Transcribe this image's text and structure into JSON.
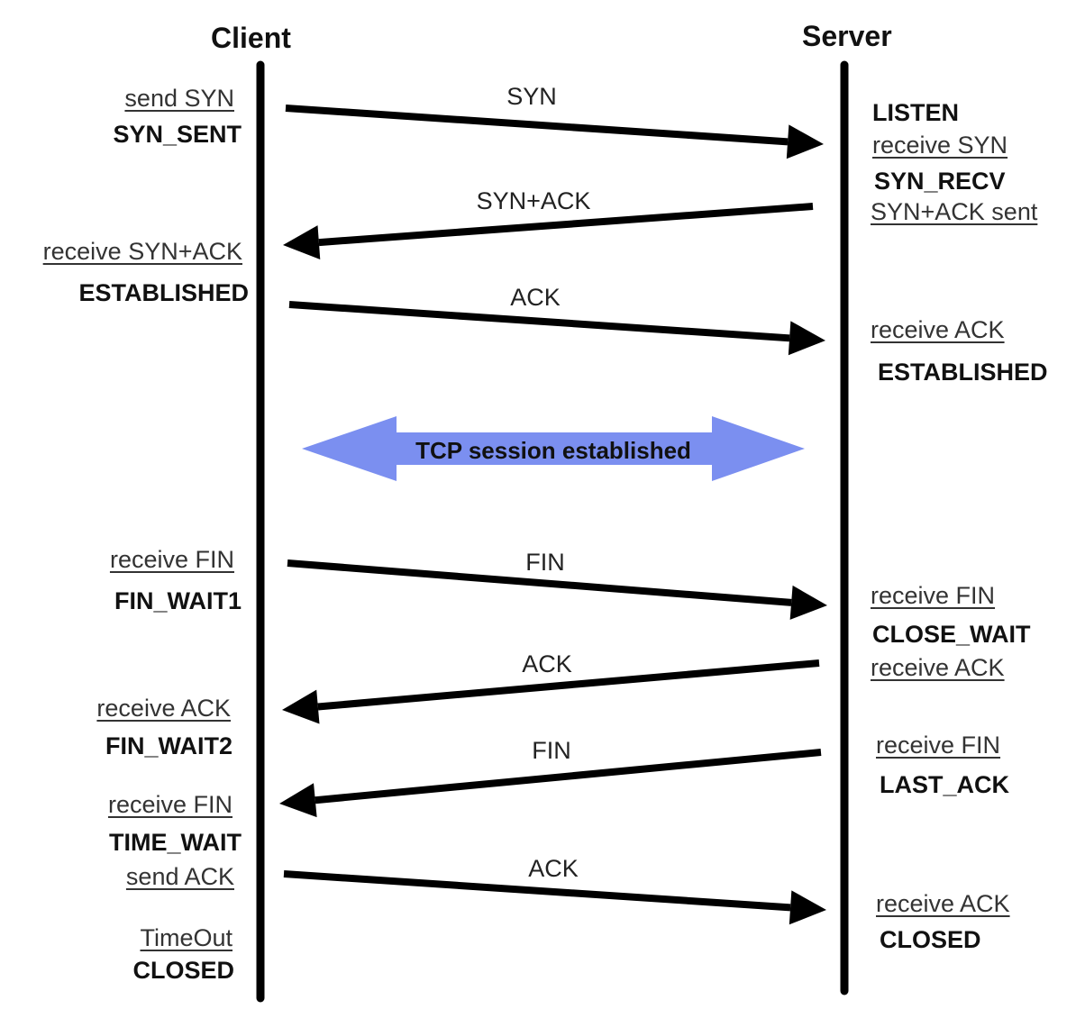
{
  "title": "TCP connection establishment and termination",
  "colors": {
    "lifeline": "#000000",
    "arrow": "#000000",
    "session_banner": "#7b8ff0"
  },
  "participants": {
    "client": "Client",
    "server": "Server"
  },
  "messages": [
    {
      "label": "SYN",
      "from": "client",
      "to": "server"
    },
    {
      "label": "SYN+ACK",
      "from": "server",
      "to": "client"
    },
    {
      "label": "ACK",
      "from": "client",
      "to": "server"
    },
    {
      "label": "FIN",
      "from": "client",
      "to": "server"
    },
    {
      "label": "ACK",
      "from": "server",
      "to": "client"
    },
    {
      "label": "FIN",
      "from": "server",
      "to": "client"
    },
    {
      "label": "ACK",
      "from": "client",
      "to": "server"
    }
  ],
  "session_banner": "TCP session established",
  "client_labels": [
    {
      "text": "send SYN",
      "kind": "event"
    },
    {
      "text": "SYN_SENT",
      "kind": "state"
    },
    {
      "text": "receive SYN+ACK",
      "kind": "event"
    },
    {
      "text": "ESTABLISHED",
      "kind": "state"
    },
    {
      "text": "receive FIN",
      "kind": "event"
    },
    {
      "text": "FIN_WAIT1",
      "kind": "state"
    },
    {
      "text": "receive ACK",
      "kind": "event"
    },
    {
      "text": "FIN_WAIT2",
      "kind": "state"
    },
    {
      "text": "receive FIN",
      "kind": "event"
    },
    {
      "text": "TIME_WAIT",
      "kind": "state"
    },
    {
      "text": "send ACK",
      "kind": "event"
    },
    {
      "text": "TimeOut",
      "kind": "event"
    },
    {
      "text": "CLOSED",
      "kind": "state"
    }
  ],
  "server_labels": [
    {
      "text": "LISTEN",
      "kind": "state"
    },
    {
      "text": "receive SYN",
      "kind": "event"
    },
    {
      "text": "SYN_RECV",
      "kind": "state"
    },
    {
      "text": "SYN+ACK sent",
      "kind": "event"
    },
    {
      "text": "receive ACK",
      "kind": "event"
    },
    {
      "text": "ESTABLISHED",
      "kind": "state"
    },
    {
      "text": "receive FIN",
      "kind": "event"
    },
    {
      "text": "CLOSE_WAIT",
      "kind": "state"
    },
    {
      "text": "receive ACK",
      "kind": "event"
    },
    {
      "text": "receive FIN",
      "kind": "event"
    },
    {
      "text": "LAST_ACK",
      "kind": "state"
    },
    {
      "text": "receive ACK",
      "kind": "event"
    },
    {
      "text": "CLOSED",
      "kind": "state"
    }
  ]
}
